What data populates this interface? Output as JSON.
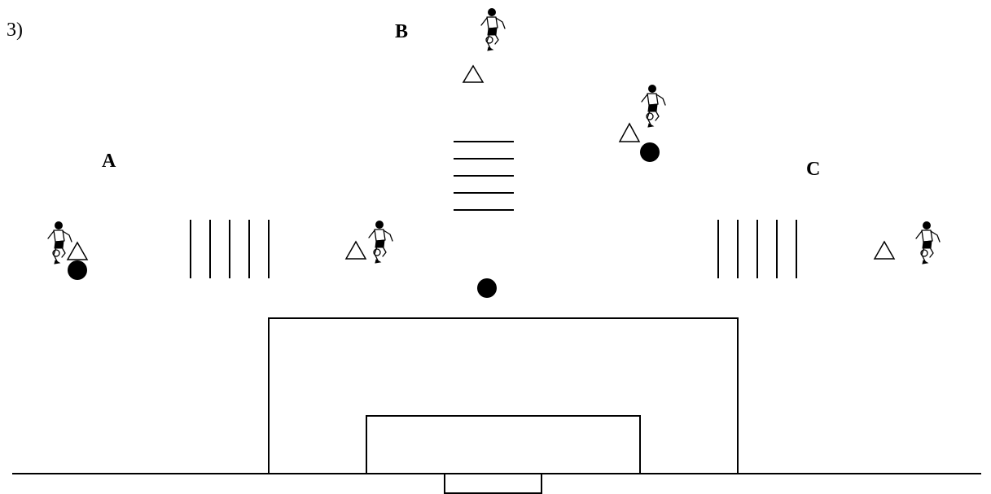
{
  "drill": {
    "number_label": "3)",
    "station_labels": {
      "a": "A",
      "b": "B",
      "c": "C"
    }
  },
  "legend_icons": {
    "player": "soccer-player-icon",
    "cone": "cone-triangle-icon",
    "ball": "ball-icon",
    "hurdle": "hurdle-line-icon"
  }
}
